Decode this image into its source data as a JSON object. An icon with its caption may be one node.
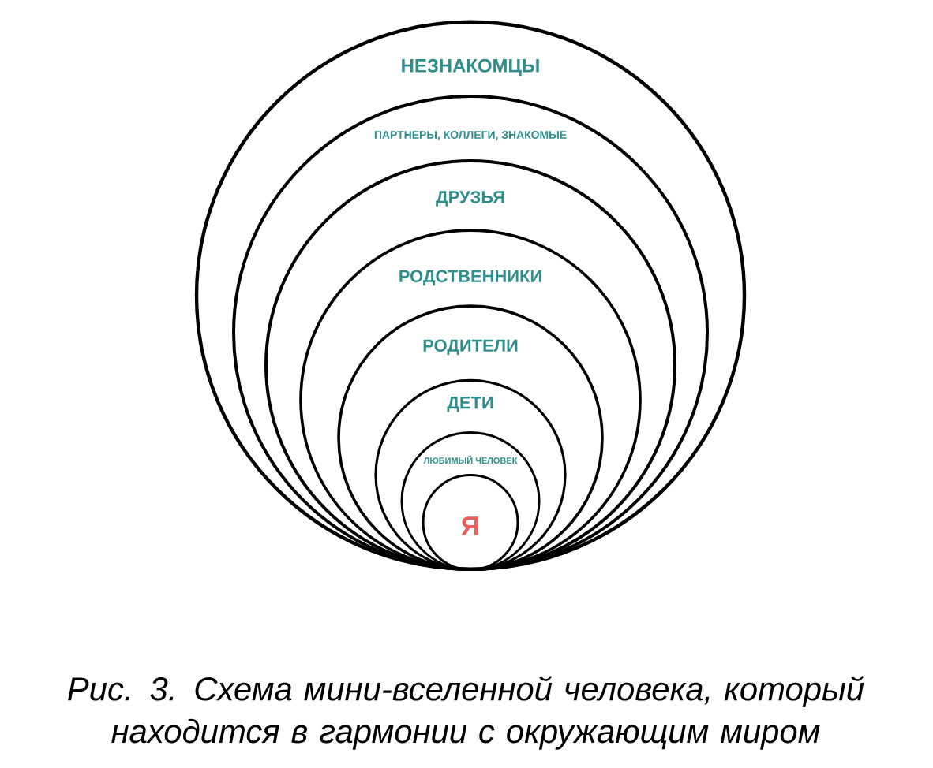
{
  "diagram": {
    "caption": "Рис. 3. Схема мини-вселенной человека, который находится в гармонии с окружающим миром",
    "nodes": [
      {
        "text": [
          "НЕЗНАКОМЦЫ"
        ]
      },
      {
        "text": [
          "ПАРТНЕРЫ, КОЛЛЕГИ, ЗНАКОМЫЕ"
        ],
        "in": 0
      },
      {
        "text": [
          "ДРУЗЬЯ"
        ],
        "in": 1
      },
      {
        "text": [
          "РОДСТВЕННИКИ"
        ],
        "in": 2
      },
      {
        "text": [
          "РОДИТЕЛИ"
        ],
        "in": 3
      },
      {
        "text": [
          "ДЕТИ"
        ],
        "in": 4
      },
      {
        "text": [
          "ЛЮБИМЫЙ ЧЕЛОВЕК"
        ],
        "in": 5
      },
      {
        "text": [
          "Я"
        ],
        "in": 6
      }
    ]
  }
}
